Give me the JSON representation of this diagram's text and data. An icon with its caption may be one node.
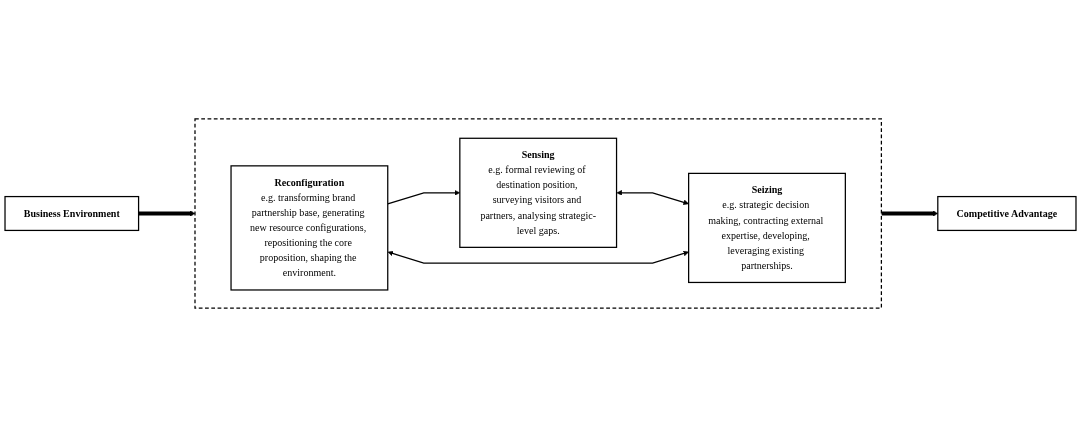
{
  "diagram": {
    "nodes": [
      {
        "text": [
          "Business Environment"
        ]
      },
      {
        "text": [],
        "shape": "box"
      },
      {
        "text": [
          "Sensing",
          "e.g. formal reviewing of destination position, surveying visitors and partners, analysing strategic-level gaps."
        ],
        "in": 1
      },
      {
        "text": [
          "Seizing",
          "e.g. strategic decision making, contracting external expertise, developing, leveraging existing partnerships."
        ],
        "in": 1
      },
      {
        "text": [
          "Reconfiguration",
          "e.g. transforming brand partnership base, generating new resource configurations, repositioning the core proposition, shaping the environment."
        ],
        "in": 1
      },
      {
        "text": [
          "Competitive Advantage"
        ]
      }
    ],
    "edges": [
      {
        "from": 0,
        "to": 1,
        "arrow": "to",
        "style": "thick"
      },
      {
        "from": 2,
        "to": 3,
        "arrow": "both"
      },
      {
        "from": 4,
        "to": 2,
        "arrow": "to"
      },
      {
        "from": 4,
        "to": 3,
        "arrow": "both"
      },
      {
        "from": 1,
        "to": 5,
        "arrow": "to",
        "style": "thick"
      }
    ]
  }
}
